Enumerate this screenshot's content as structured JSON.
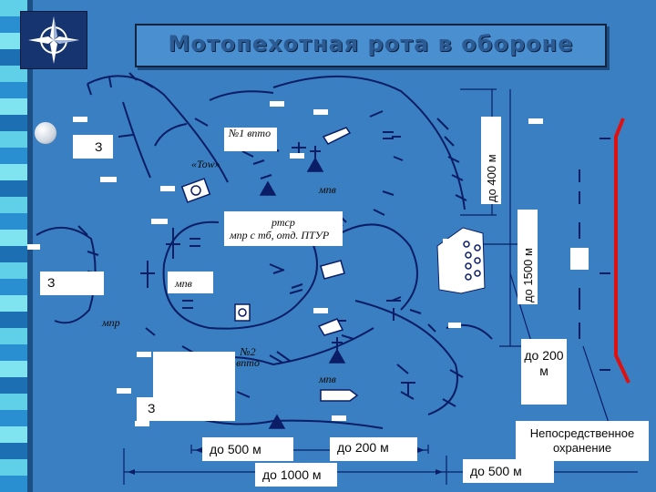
{
  "title": "Мотопехотная рота в обороне",
  "labels": {
    "z_top": "З",
    "z_left": "З",
    "z_bottom": "З",
    "tow": "«Tow»",
    "opt1": "№1 впто",
    "mpv_top": "мпв",
    "ptsr": "ртср",
    "mpr_ptur": "мпр с тб, отд. ПТУР",
    "mpv_mid": "мпв",
    "mpr": "мпр",
    "opt2": "№2 впто",
    "mpv_bottom": "мпв",
    "dist_400": "до 400 м",
    "dist_1500": "до 1500 м",
    "dist_200_side": "до 200 м",
    "dist_500_left": "до 500 м",
    "dist_200_bottom": "до 200 м",
    "dist_1000": "до 1000 м",
    "dist_500_right": "до 500 м",
    "guard": "Непосредственное охранение"
  },
  "colors": {
    "background": "#3a7fc1",
    "lines": "#0a1d66",
    "guard_line": "#e01010"
  }
}
